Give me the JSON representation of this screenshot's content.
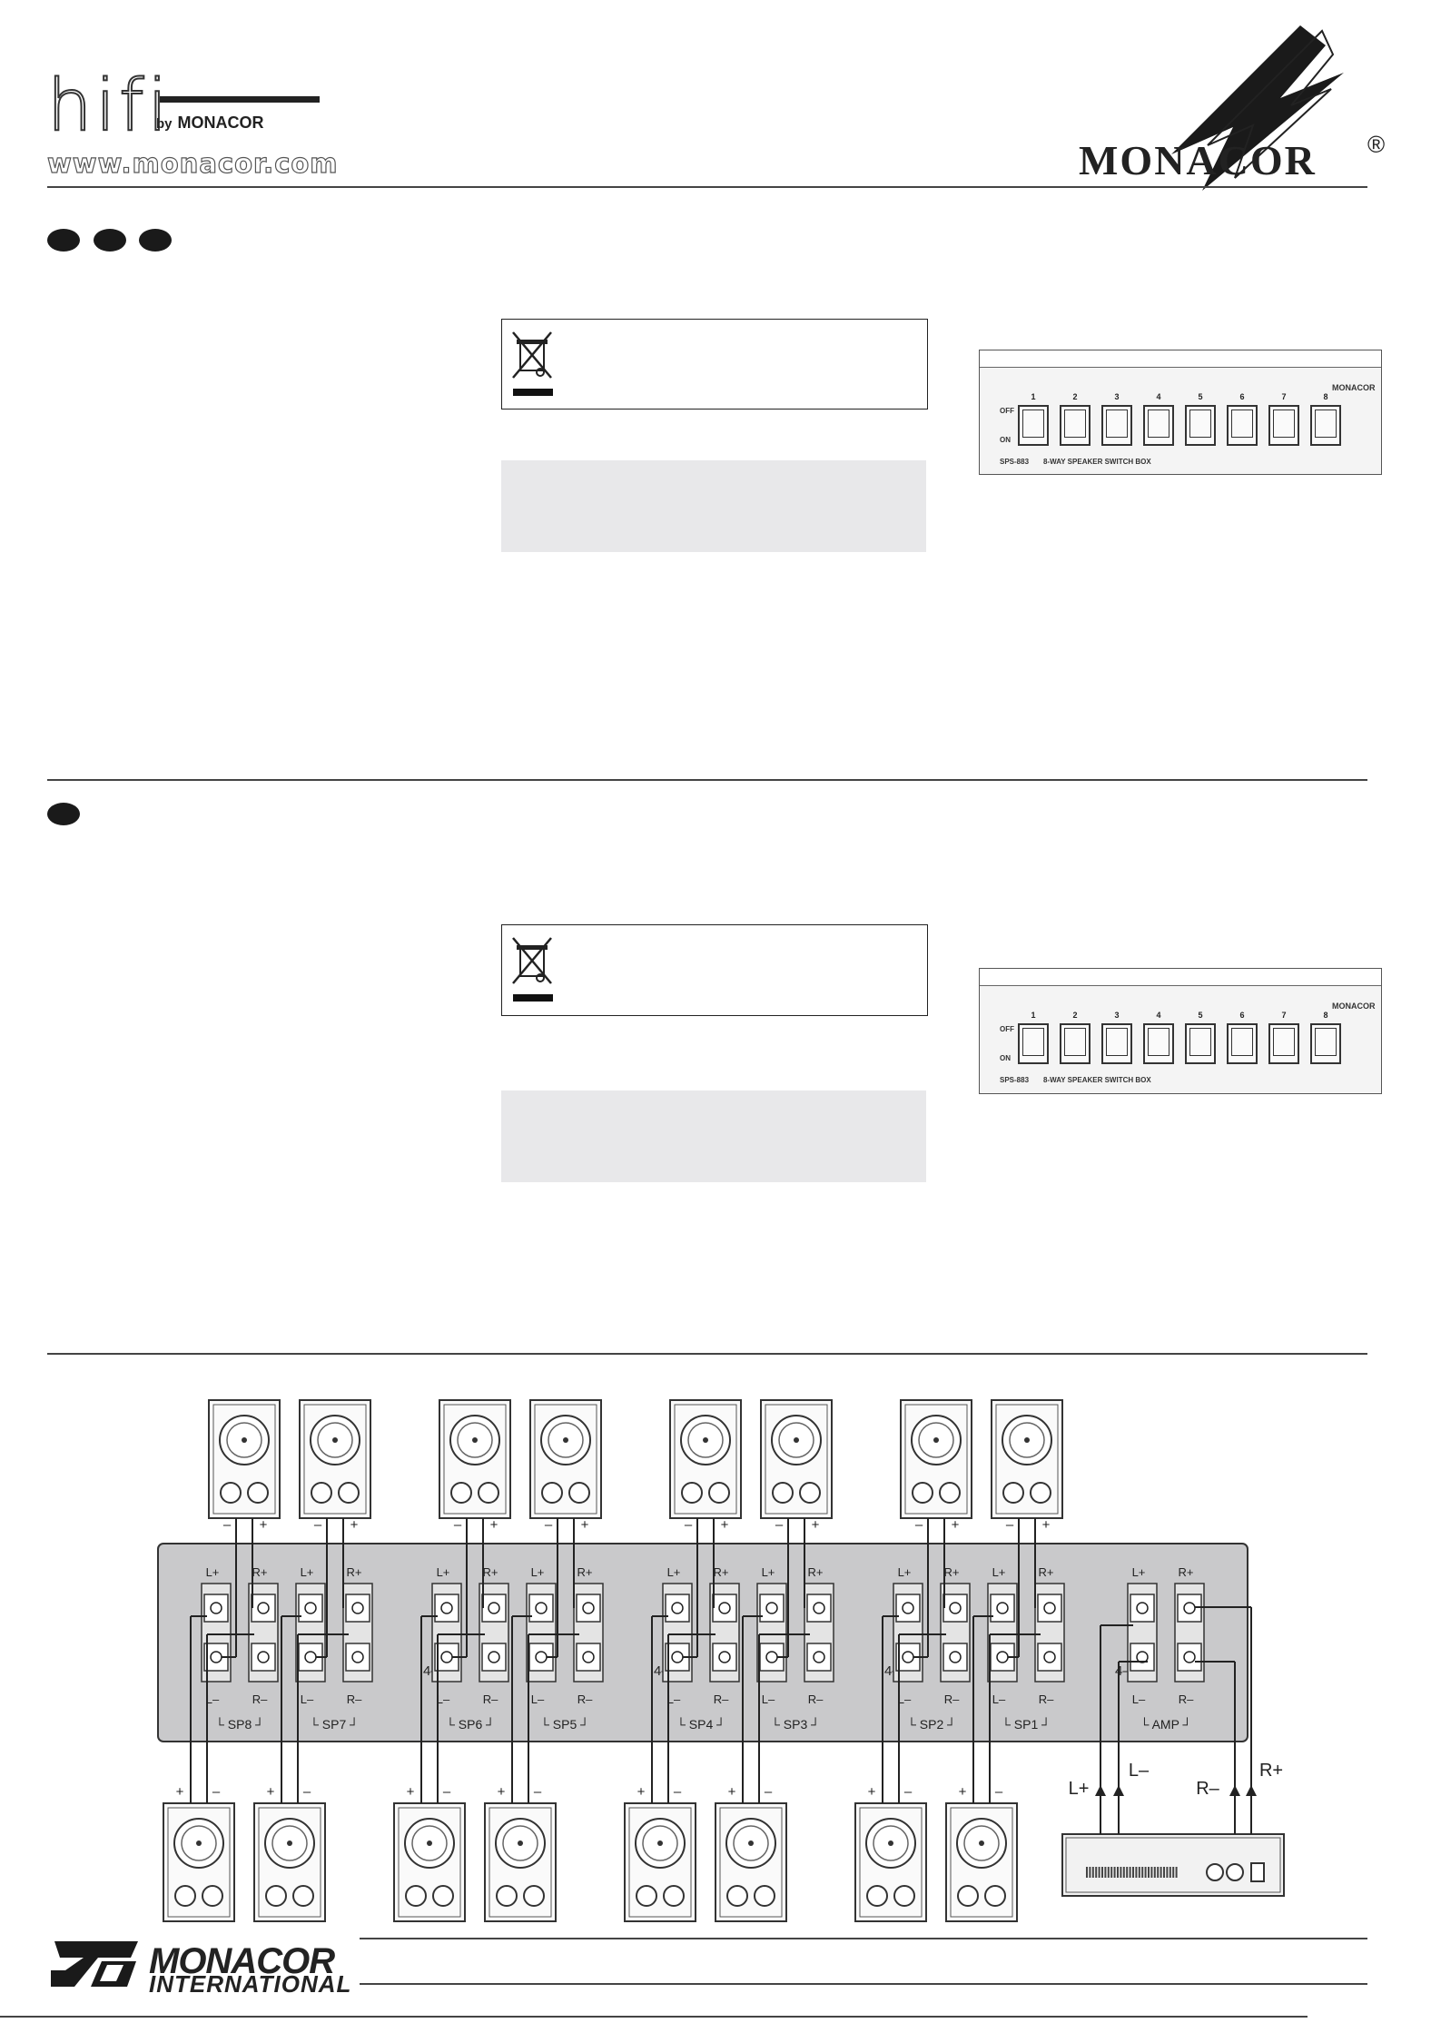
{
  "header": {
    "hifi_logo": "hifi",
    "hifi_by": "by",
    "hifi_brand": "MONACOR",
    "website": "www.monacor.com",
    "brand_logo": "MONACOR",
    "registered": "®"
  },
  "sections": [
    {
      "panel": {
        "switch_numbers": [
          "1",
          "2",
          "3",
          "4",
          "5",
          "6",
          "7",
          "8"
        ],
        "off_label": "OFF",
        "on_label": "ON",
        "model_label": "SPS-883",
        "product_label": "8-WAY SPEAKER SWITCH BOX",
        "panel_logo": "MONACOR"
      }
    },
    {
      "panel": {
        "switch_numbers": [
          "1",
          "2",
          "3",
          "4",
          "5",
          "6",
          "7",
          "8"
        ],
        "off_label": "OFF",
        "on_label": "ON",
        "model_label": "SPS-883",
        "product_label": "8-WAY SPEAKER SWITCH BOX",
        "panel_logo": "MONACOR"
      }
    }
  ],
  "diagram": {
    "impedance": "4–8Ω",
    "terminal_labels": [
      "L+",
      "R+",
      "L–",
      "R–"
    ],
    "groups": [
      {
        "left": "SP8",
        "right": "SP7"
      },
      {
        "left": "SP6",
        "right": "SP5"
      },
      {
        "left": "SP4",
        "right": "SP3"
      },
      {
        "left": "SP2",
        "right": "SP1"
      }
    ],
    "amp_label": "AMP",
    "amp_wires": [
      "L+",
      "L–",
      "R–",
      "R+"
    ],
    "plus": "+",
    "minus": "–"
  },
  "footer": {
    "logo_word": "MONACOR",
    "logo_sub": "INTERNATIONAL"
  },
  "colors": {
    "panel_grey": "#c9c9cb",
    "box_grey": "#e8e8ea",
    "ink": "#222222"
  }
}
